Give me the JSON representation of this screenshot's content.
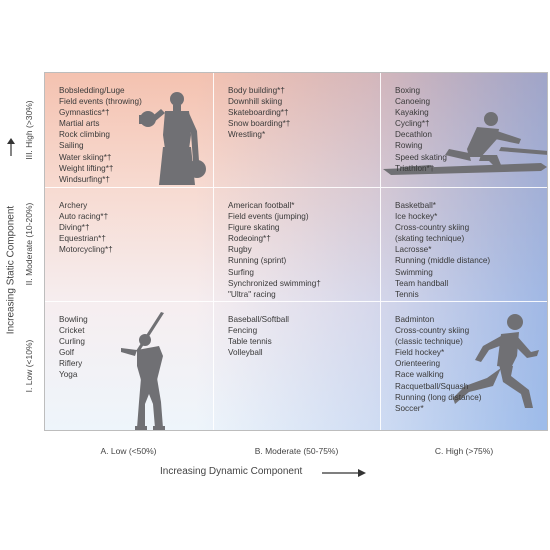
{
  "y_axis": {
    "title": "Increasing Static Component",
    "rows": [
      "III. High (>30%)",
      "II. Moderate (10-20%)",
      "I. Low (<10%)"
    ]
  },
  "x_axis": {
    "title": "Increasing Dynamic Component",
    "columns": [
      "A. Low (<50%)",
      "B. Moderate (50-75%)",
      "C. High (>75%)"
    ]
  },
  "cells": {
    "high_low": [
      "Bobsledding/Luge",
      "Field events (throwing)",
      "Gymnastics*†",
      "Martial arts",
      "Rock climbing",
      "Sailing",
      "Water skiing*†",
      "Weight lifting*†",
      "Windsurfing*†"
    ],
    "high_moderate": [
      "Body building*†",
      "Downhill skiing",
      "Skateboarding*†",
      "Snow boarding*†",
      "Wrestling*"
    ],
    "high_high": [
      "Boxing",
      "Canoeing",
      "Kayaking",
      "Cycling*†",
      "Decathlon",
      "Rowing",
      "Speed skating",
      "Triathlon*†"
    ],
    "moderate_low": [
      "Archery",
      "Auto racing*†",
      "Diving*†",
      "Equestrian*†",
      "Motorcycling*†"
    ],
    "moderate_moderate": [
      "American football*",
      "Field events (jumping)",
      "Figure skating",
      "Rodeoing*†",
      "Rugby",
      "Running (sprint)",
      "Surfing",
      "Synchronized swimming†",
      "\"Ultra\" racing"
    ],
    "moderate_high": [
      "Basketball*",
      "Ice hockey*",
      "Cross-country skiing",
      "(skating technique)",
      "Lacrosse*",
      "Running (middle distance)",
      "Swimming",
      "Team handball",
      "Tennis"
    ],
    "low_low": [
      "Bowling",
      "Cricket",
      "Curling",
      "Golf",
      "Riflery",
      "Yoga"
    ],
    "low_moderate": [
      "Baseball/Softball",
      "Fencing",
      "Table tennis",
      "Volleyball"
    ],
    "low_high": [
      "Badminton",
      "Cross-country skiing",
      "(classic technique)",
      "Field hockey*",
      "Orienteering",
      "Race walking",
      "Racquetball/Squash",
      "Running (long distance)",
      "Soccer*"
    ]
  },
  "colors": {
    "warm": "#f4c2b0",
    "cool": "#7fb0e0",
    "silhouette": "#6f6f73"
  },
  "icons": [
    "weightlifter-silhouette",
    "rower-silhouette",
    "golfer-silhouette",
    "runner-silhouette"
  ]
}
